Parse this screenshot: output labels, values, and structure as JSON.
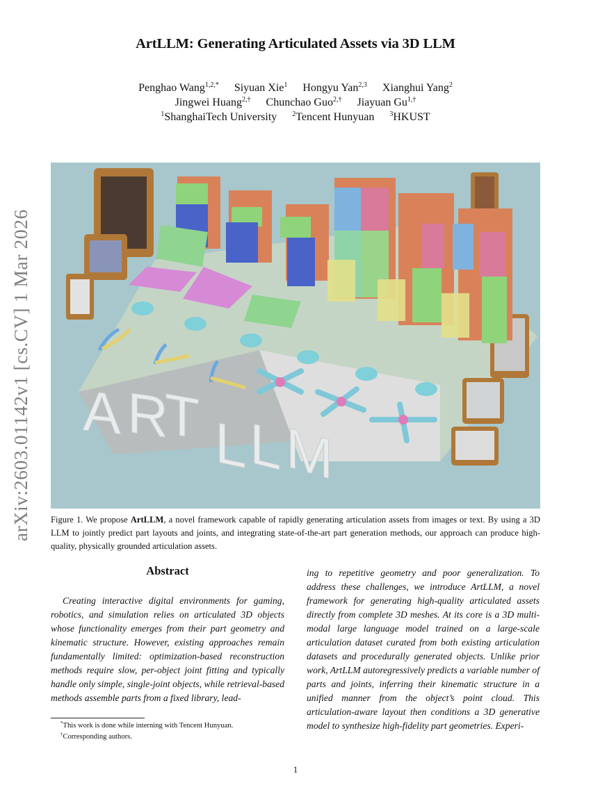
{
  "arxiv_stamp": "arXiv:2603.01142v1  [cs.CV]  1 Mar 2026",
  "title": "ArtLLM: Generating Articulated Assets via 3D LLM",
  "authors": {
    "row1": [
      {
        "name": "Penghao Wang",
        "sup": "1,2,*"
      },
      {
        "name": "Siyuan Xie",
        "sup": "1"
      },
      {
        "name": "Hongyu Yan",
        "sup": "2,3"
      },
      {
        "name": "Xianghui Yang",
        "sup": "2"
      }
    ],
    "row2": [
      {
        "name": "Jingwei Huang",
        "sup": "2,†"
      },
      {
        "name": "Chunchao Guo",
        "sup": "2,†"
      },
      {
        "name": "Jiayuan Gu",
        "sup": "1,†"
      }
    ],
    "affiliations": [
      {
        "sup": "1",
        "name": "ShanghaiTech University"
      },
      {
        "sup": "2",
        "name": "Tencent Hunyuan"
      },
      {
        "sup": "3",
        "name": "HKUST"
      }
    ]
  },
  "figure": {
    "description": "3D rendered scene of articulated objects (cabinets, laptops, desk lamps, chairs, pliers, ceiling fans) on tiles with colored parts, photo frames of reference objects, and 3D letters spelling ARTLLM",
    "background_color": "#a7c7cc",
    "letters": "ARTLLM",
    "part_colors": {
      "body": "#d9825a",
      "drawer": "#8fd47a",
      "door_blue": "#4a63c8",
      "door_light_blue": "#7fb3de",
      "door_pink": "#d97a9a",
      "laptop_base": "#d68ad6",
      "laptop_lid": "#8fd48f",
      "lamp_base": "#7fd0d8",
      "lamp_arm_red": "#e06a50",
      "lamp_arm_blue": "#7a7ae0",
      "lamp_head": "#e2e08a",
      "chair_frame": "#7fd47a",
      "chair_seat": "#e2e08a",
      "pliers_a": "#6aa8e0",
      "pliers_b": "#e2d070",
      "fan_blade": "#7fc8d8",
      "fan_hub": "#e07ab8",
      "frame_wood": "#b07838"
    }
  },
  "caption": {
    "prefix": "Figure 1.  We propose ",
    "bold": "ArtLLM",
    "text": ", a novel framework capable of rapidly generating articulation assets from images or text.  By using a 3D LLM to jointly predict part layouts and joints, and integrating state-of-the-art part generation methods, our approach can produce high-quality, physically grounded articulation assets."
  },
  "abstract": {
    "heading": "Abstract",
    "left": "Creating interactive digital environments for gaming, robotics, and simulation relies on articulated 3D objects whose functionality emerges from their part geometry and kinematic structure. However, existing approaches remain fundamentally limited: optimization-based reconstruction methods require slow, per-object joint fitting and typically handle only simple, single-joint objects, while retrieval-based methods assemble parts from a fixed library, lead-",
    "right": "ing to repetitive geometry and poor generalization.  To address these challenges, we introduce ArtLLM, a novel framework for generating high-quality articulated assets directly from complete 3D meshes. At its core is a 3D multi-modal large language model trained on a large-scale articulation dataset curated from both existing articulation datasets and procedurally generated objects. Unlike prior work, ArtLLM autoregressively predicts a variable number of parts and joints, inferring their kinematic structure in a unified manner from the object’s point cloud.  This articulation-aware layout then conditions a 3D generative model to synthesize high-fidelity part geometries.  Experi-"
  },
  "footnotes": [
    {
      "sup": "*",
      "text": "This work is done while interning with Tencent Hunyuan."
    },
    {
      "sup": "†",
      "text": "Corresponding authors."
    }
  ],
  "page_number": "1"
}
